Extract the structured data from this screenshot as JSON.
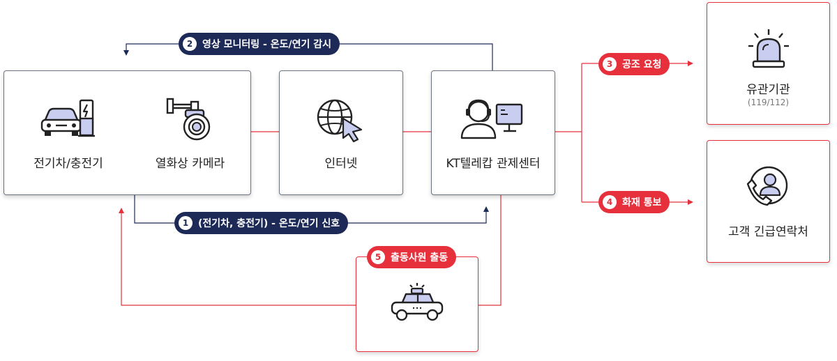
{
  "nodes": {
    "ev_charger": "전기차/충전기",
    "thermal_camera": "열화상 카메라",
    "internet": "인터넷",
    "kt_center": "KT텔레캅 관제센터",
    "agency": "유관기관",
    "agency_sub": "(119/112)",
    "customer": "고객 긴급연락처"
  },
  "steps": [
    {
      "num": "1",
      "label": "(전기차, 충전기) - 온도/연기 신호"
    },
    {
      "num": "2",
      "label": "영상 모니터링 - 온도/연기 감시"
    },
    {
      "num": "3",
      "label": "공조 요청"
    },
    {
      "num": "4",
      "label": "화재 통보"
    },
    {
      "num": "5",
      "label": "출동사원 출동"
    }
  ],
  "colors": {
    "navy": "#1d2a57",
    "red": "#e6313d",
    "icon_accent": "#c9cdf0"
  },
  "icons": [
    "ev-car-icon",
    "charger-icon",
    "cctv-camera-icon",
    "globe-cursor-icon",
    "operator-headset-icon",
    "siren-icon",
    "phone-user-icon",
    "security-car-icon"
  ]
}
